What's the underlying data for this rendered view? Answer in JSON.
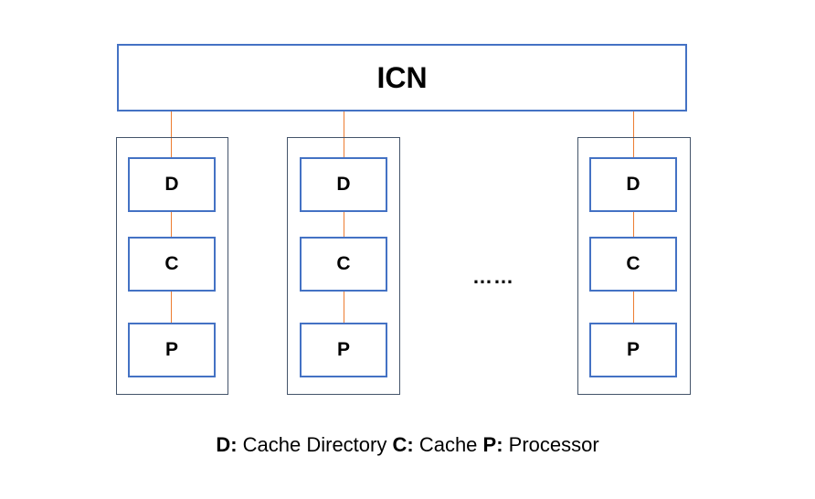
{
  "colors": {
    "box_border": "#4472C4",
    "node_border": "#44546A",
    "link": "#ED7D31"
  },
  "icn": {
    "label": "ICN"
  },
  "nodes": [
    {
      "directory": "D",
      "cache": "C",
      "processor": "P"
    },
    {
      "directory": "D",
      "cache": "C",
      "processor": "P"
    },
    {
      "directory": "D",
      "cache": "C",
      "processor": "P"
    }
  ],
  "ellipsis": "……",
  "legend": {
    "d_key": "D:",
    "d_text": " Cache Directory ",
    "c_key": "C:",
    "c_text": " Cache ",
    "p_key": "P:",
    "p_text": " Processor"
  }
}
